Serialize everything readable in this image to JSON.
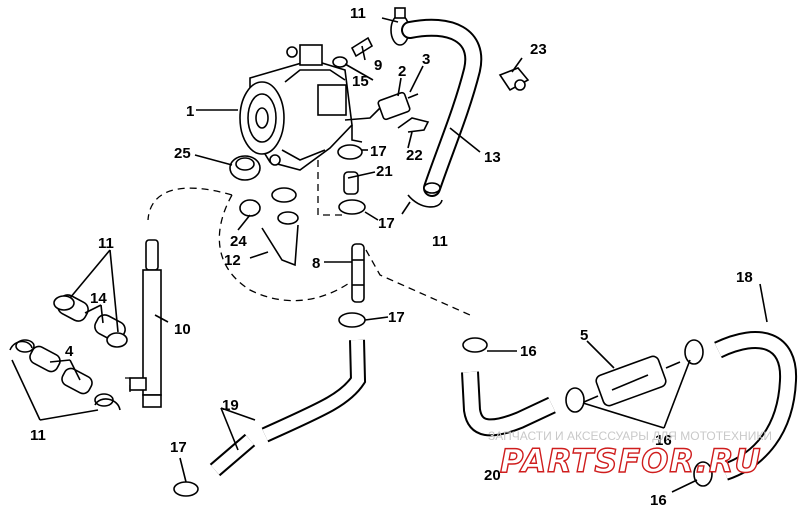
{
  "labels": {
    "l1": "1",
    "l2": "2",
    "l3": "3",
    "l4": "4",
    "l5": "5",
    "l8": "8",
    "l9": "9",
    "l10": "10",
    "l11a": "11",
    "l11b": "11",
    "l11c": "11",
    "l11d": "11",
    "l12": "12",
    "l13": "13",
    "l14": "14",
    "l15": "15",
    "l16a": "16",
    "l16b": "16",
    "l16c": "16",
    "l17a": "17",
    "l17b": "17",
    "l17c": "17",
    "l17d": "17",
    "l18": "18",
    "l19": "19",
    "l20": "20",
    "l21": "21",
    "l22": "22",
    "l23": "23",
    "l24": "24",
    "l25": "25"
  },
  "watermark": {
    "top_text": "ЗАПЧАСТИ И АКСЕССУАРЫ ДЛЯ МОТОТЕХНИКИ",
    "brand": "PARTSFOR.RU",
    "brand_color": "#cf1d1d"
  }
}
